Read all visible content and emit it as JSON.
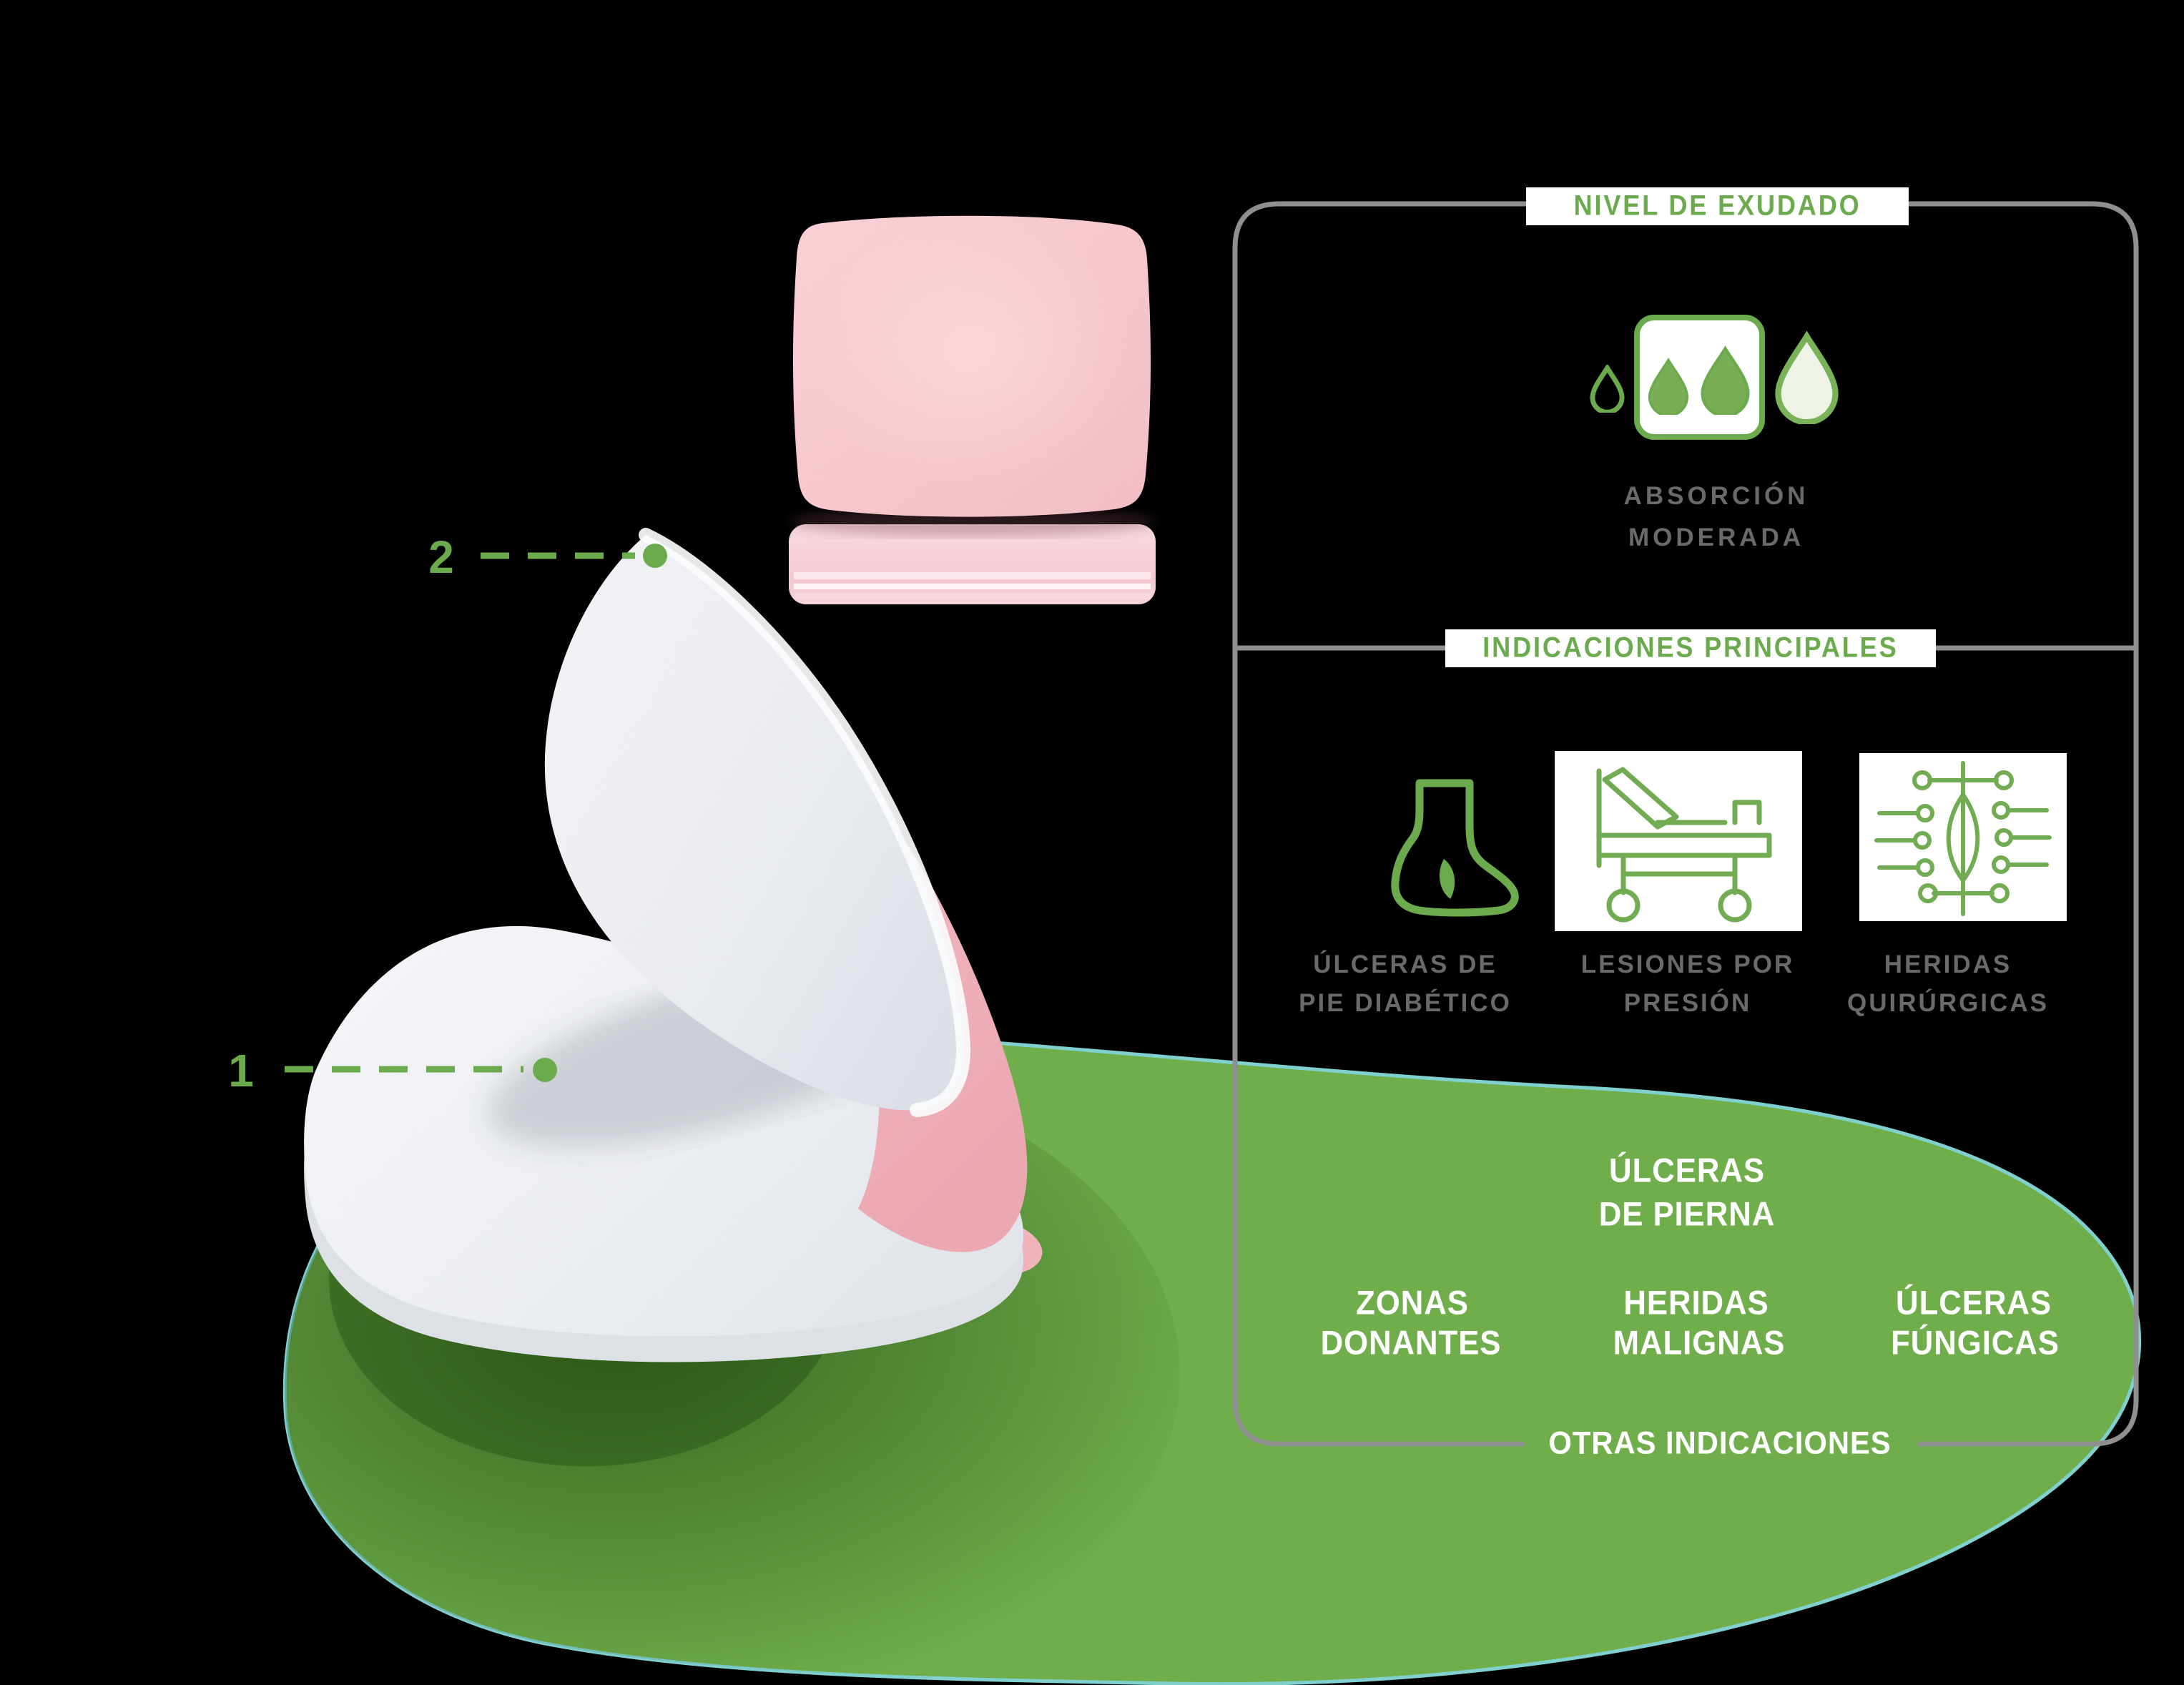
{
  "colors": {
    "accent_green": "#6CAA4E",
    "blob_green": "#6FAE4B",
    "blob_outline_teal": "#7FD0CE",
    "panel_border_gray": "#8F8F90",
    "label_gray": "#6A6A6A",
    "product_pink": "#F5C2C8",
    "foam_white": "#F3F4F6"
  },
  "callouts": {
    "layer1": "1",
    "layer2": "2"
  },
  "exudate": {
    "header": "NIVEL DE EXUDADO",
    "caption_line1": "ABSORCIÓN",
    "caption_line2": "MODERADA"
  },
  "indications": {
    "header": "INDICACIONES PRINCIPALES",
    "items": [
      {
        "icon": "diabetic-foot",
        "line1": "ÚLCERAS DE",
        "line2": "PIE DIABÉTICO"
      },
      {
        "icon": "hospital-bed",
        "line1": "LESIONES POR",
        "line2": "PRESIÓN"
      },
      {
        "icon": "surgical-wound",
        "line1": "HERIDAS",
        "line2": "QUIRÚRGICAS"
      }
    ]
  },
  "other_indications": {
    "footer_label": "OTRAS INDICACIONES",
    "primary": {
      "line1": "ÚLCERAS",
      "line2": "DE PIERNA"
    },
    "items": [
      {
        "line1": "ZONAS",
        "line2": "DONANTES"
      },
      {
        "line1": "HERIDAS",
        "line2": "MALIGNAS"
      },
      {
        "line1": "ÚLCERAS",
        "line2": "FÚNGICAS"
      }
    ]
  }
}
